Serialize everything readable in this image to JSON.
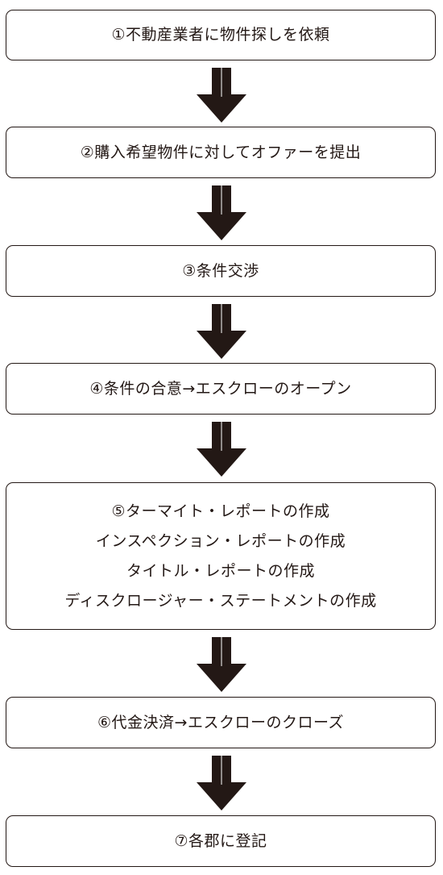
{
  "steps": [
    {
      "lines": [
        "①不動産業者に物件探しを依頼"
      ]
    },
    {
      "lines": [
        "②購入希望物件に対してオファーを提出"
      ]
    },
    {
      "lines": [
        "③条件交渉"
      ]
    },
    {
      "lines": [
        "④条件の合意→エスクローのオープン"
      ]
    },
    {
      "lines": [
        "⑤ターマイト・レポートの作成",
        "インスペクション・レポートの作成",
        "タイトル・レポートの作成",
        "ディスクロージャー・ステートメントの作成"
      ]
    },
    {
      "lines": [
        "⑥代金決済→エスクローのクローズ"
      ]
    },
    {
      "lines": [
        "⑦各郡に登記"
      ]
    }
  ],
  "colors": {
    "ink": "#231815",
    "background": "#ffffff"
  }
}
